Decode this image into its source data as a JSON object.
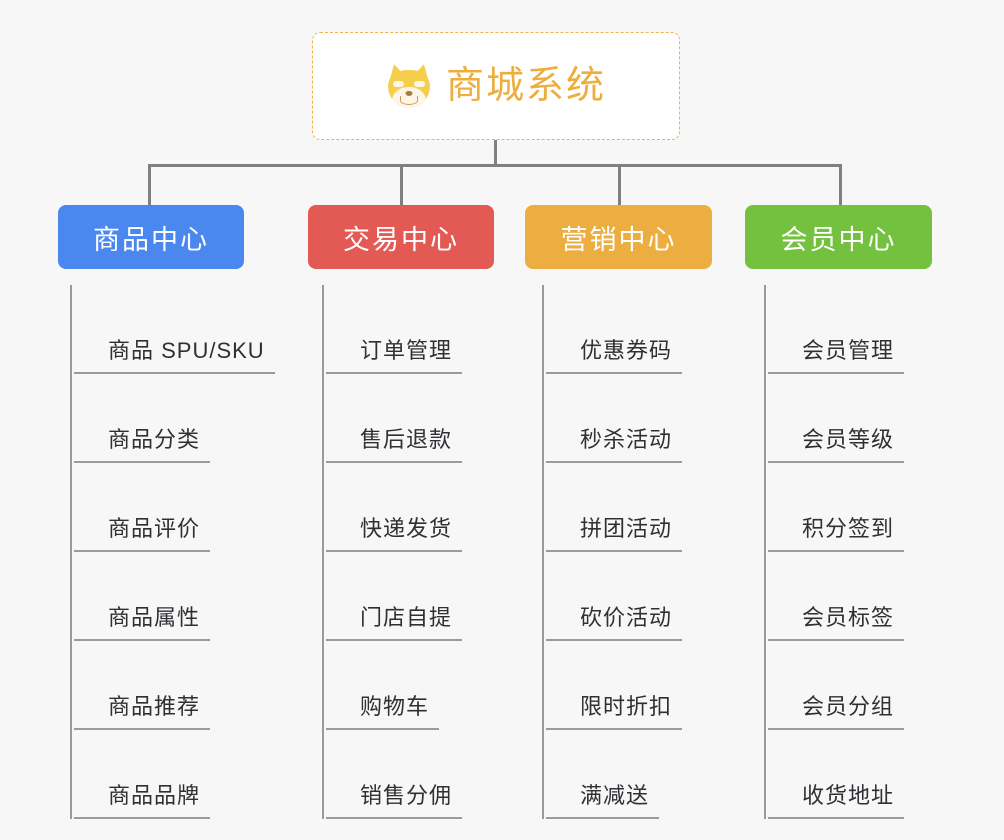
{
  "background_color": "#f7f7f7",
  "root": {
    "title": "商城系统",
    "icon": "shiba-dog-face-icon",
    "text_color": "#eeae3e",
    "border_color": "#eeb44a",
    "fill_color": "#ffffff"
  },
  "connector_color": "#808080",
  "branches": [
    {
      "title": "商品中心",
      "color": "#4a87ef",
      "items": [
        "商品 SPU/SKU",
        "商品分类",
        "商品评价",
        "商品属性",
        "商品推荐",
        "商品品牌"
      ]
    },
    {
      "title": "交易中心",
      "color": "#e35954",
      "items": [
        "订单管理",
        "售后退款",
        "快递发货",
        "门店自提",
        "购物车",
        "销售分佣"
      ]
    },
    {
      "title": "营销中心",
      "color": "#edae41",
      "items": [
        "优惠券码",
        "秒杀活动",
        "拼团活动",
        "砍价活动",
        "限时折扣",
        "满减送"
      ]
    },
    {
      "title": "会员中心",
      "color": "#73c13f",
      "items": [
        "会员管理",
        "会员等级",
        "积分签到",
        "会员标签",
        "会员分组",
        "收货地址"
      ]
    }
  ]
}
